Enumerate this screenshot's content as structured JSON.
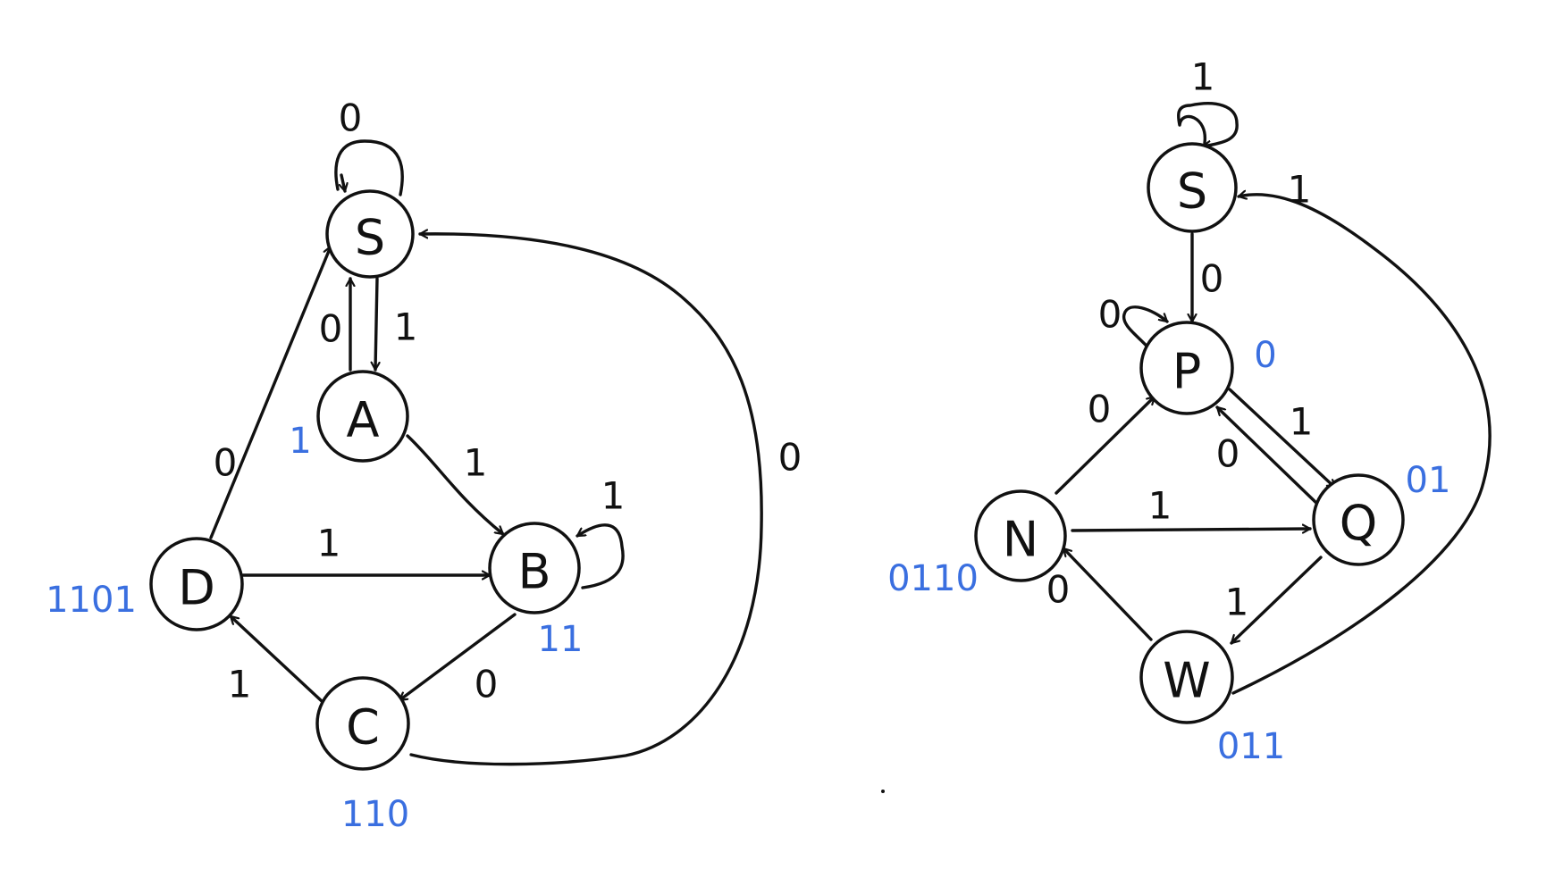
{
  "colors": {
    "ink": "#111111",
    "annotation": "#3a6fe0",
    "background": "#ffffff"
  },
  "diagram_left": {
    "nodes": {
      "S": "S",
      "A": "A",
      "B": "B",
      "C": "C",
      "D": "D"
    },
    "edges": {
      "S_self": "0",
      "A_to_S": "0",
      "S_to_A": "1",
      "A_to_B": "1",
      "B_self": "1",
      "D_to_S": "0",
      "D_to_B": "1",
      "B_to_C": "0",
      "C_to_D": "1",
      "C_to_S": "0"
    },
    "outputs": {
      "A": "1",
      "B": "11",
      "C": "110",
      "D": "1101"
    }
  },
  "diagram_right": {
    "nodes": {
      "S": "S",
      "P": "P",
      "Q": "Q",
      "N": "N",
      "W": "W"
    },
    "edges": {
      "S_self": "1",
      "S_to_P": "0",
      "P_self": "0",
      "N_to_P": "0",
      "P_to_Q": "1",
      "Q_to_P": "0",
      "N_to_Q": "1",
      "Q_to_W": "1",
      "W_to_N": "0",
      "W_to_S": "1"
    },
    "outputs": {
      "P": "0",
      "Q": "01",
      "W": "011",
      "N": "0110"
    }
  }
}
